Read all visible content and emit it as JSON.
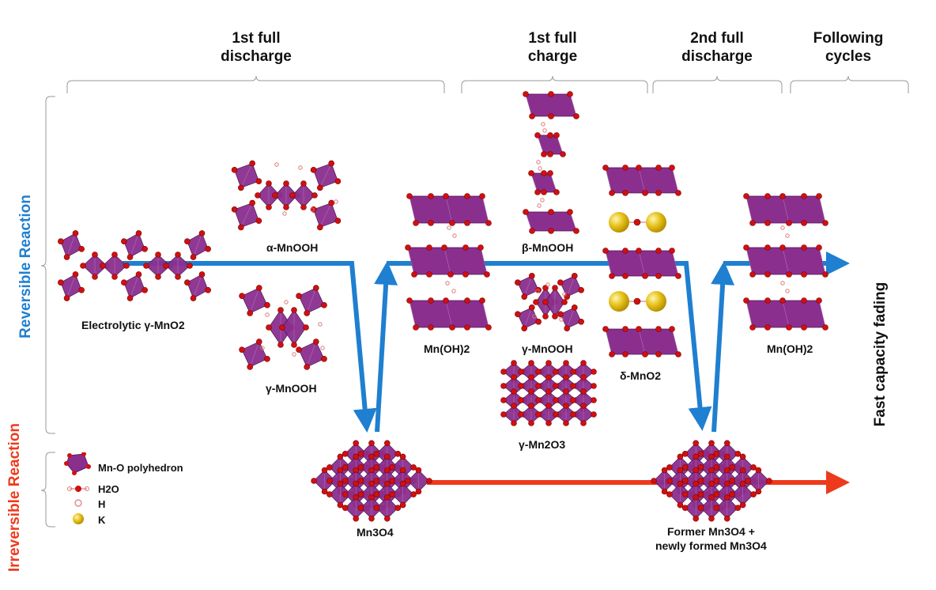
{
  "headers": {
    "first_discharge": {
      "line1": "1st full",
      "line2": "discharge"
    },
    "first_charge": {
      "line1": "1st full",
      "line2": "charge"
    },
    "second_discharge": {
      "line1": "2nd full",
      "line2": "discharge"
    },
    "following": {
      "line1": "Following",
      "line2": "cycles"
    }
  },
  "side_labels": {
    "reversible": "Reversible Reaction",
    "irreversible": "Irreversible Reaction",
    "fading": "Fast capacity fading"
  },
  "species": {
    "electrolytic_mno2": "Electrolytic γ-MnO2",
    "alpha_mnooh": "α-MnOOH",
    "gamma_mnooh_1": "γ-MnOOH",
    "mn_oh2_1": "Mn(OH)2",
    "beta_mnooh": "β-MnOOH",
    "gamma_mnooh_2": "γ-MnOOH",
    "gamma_mn2o3": "γ-Mn2O3",
    "delta_mno2": "δ-MnO2",
    "mn_oh2_2": "Mn(OH)2",
    "mn3o4": "Mn3O4",
    "former_mn3o4_line1": "Former Mn3O4 +",
    "former_mn3o4_line2": "newly formed Mn3O4"
  },
  "legend": {
    "polyhedron": "Mn-O polyhedron",
    "water": "H2O",
    "hydrogen": "H",
    "potassium": "K"
  },
  "colors": {
    "reversible": "#1f7fd0",
    "irreversible": "#ee3a1c",
    "polyhedron": "#8b2f8f",
    "oxygen": "#d01010",
    "potassium": "#e6c21a"
  }
}
